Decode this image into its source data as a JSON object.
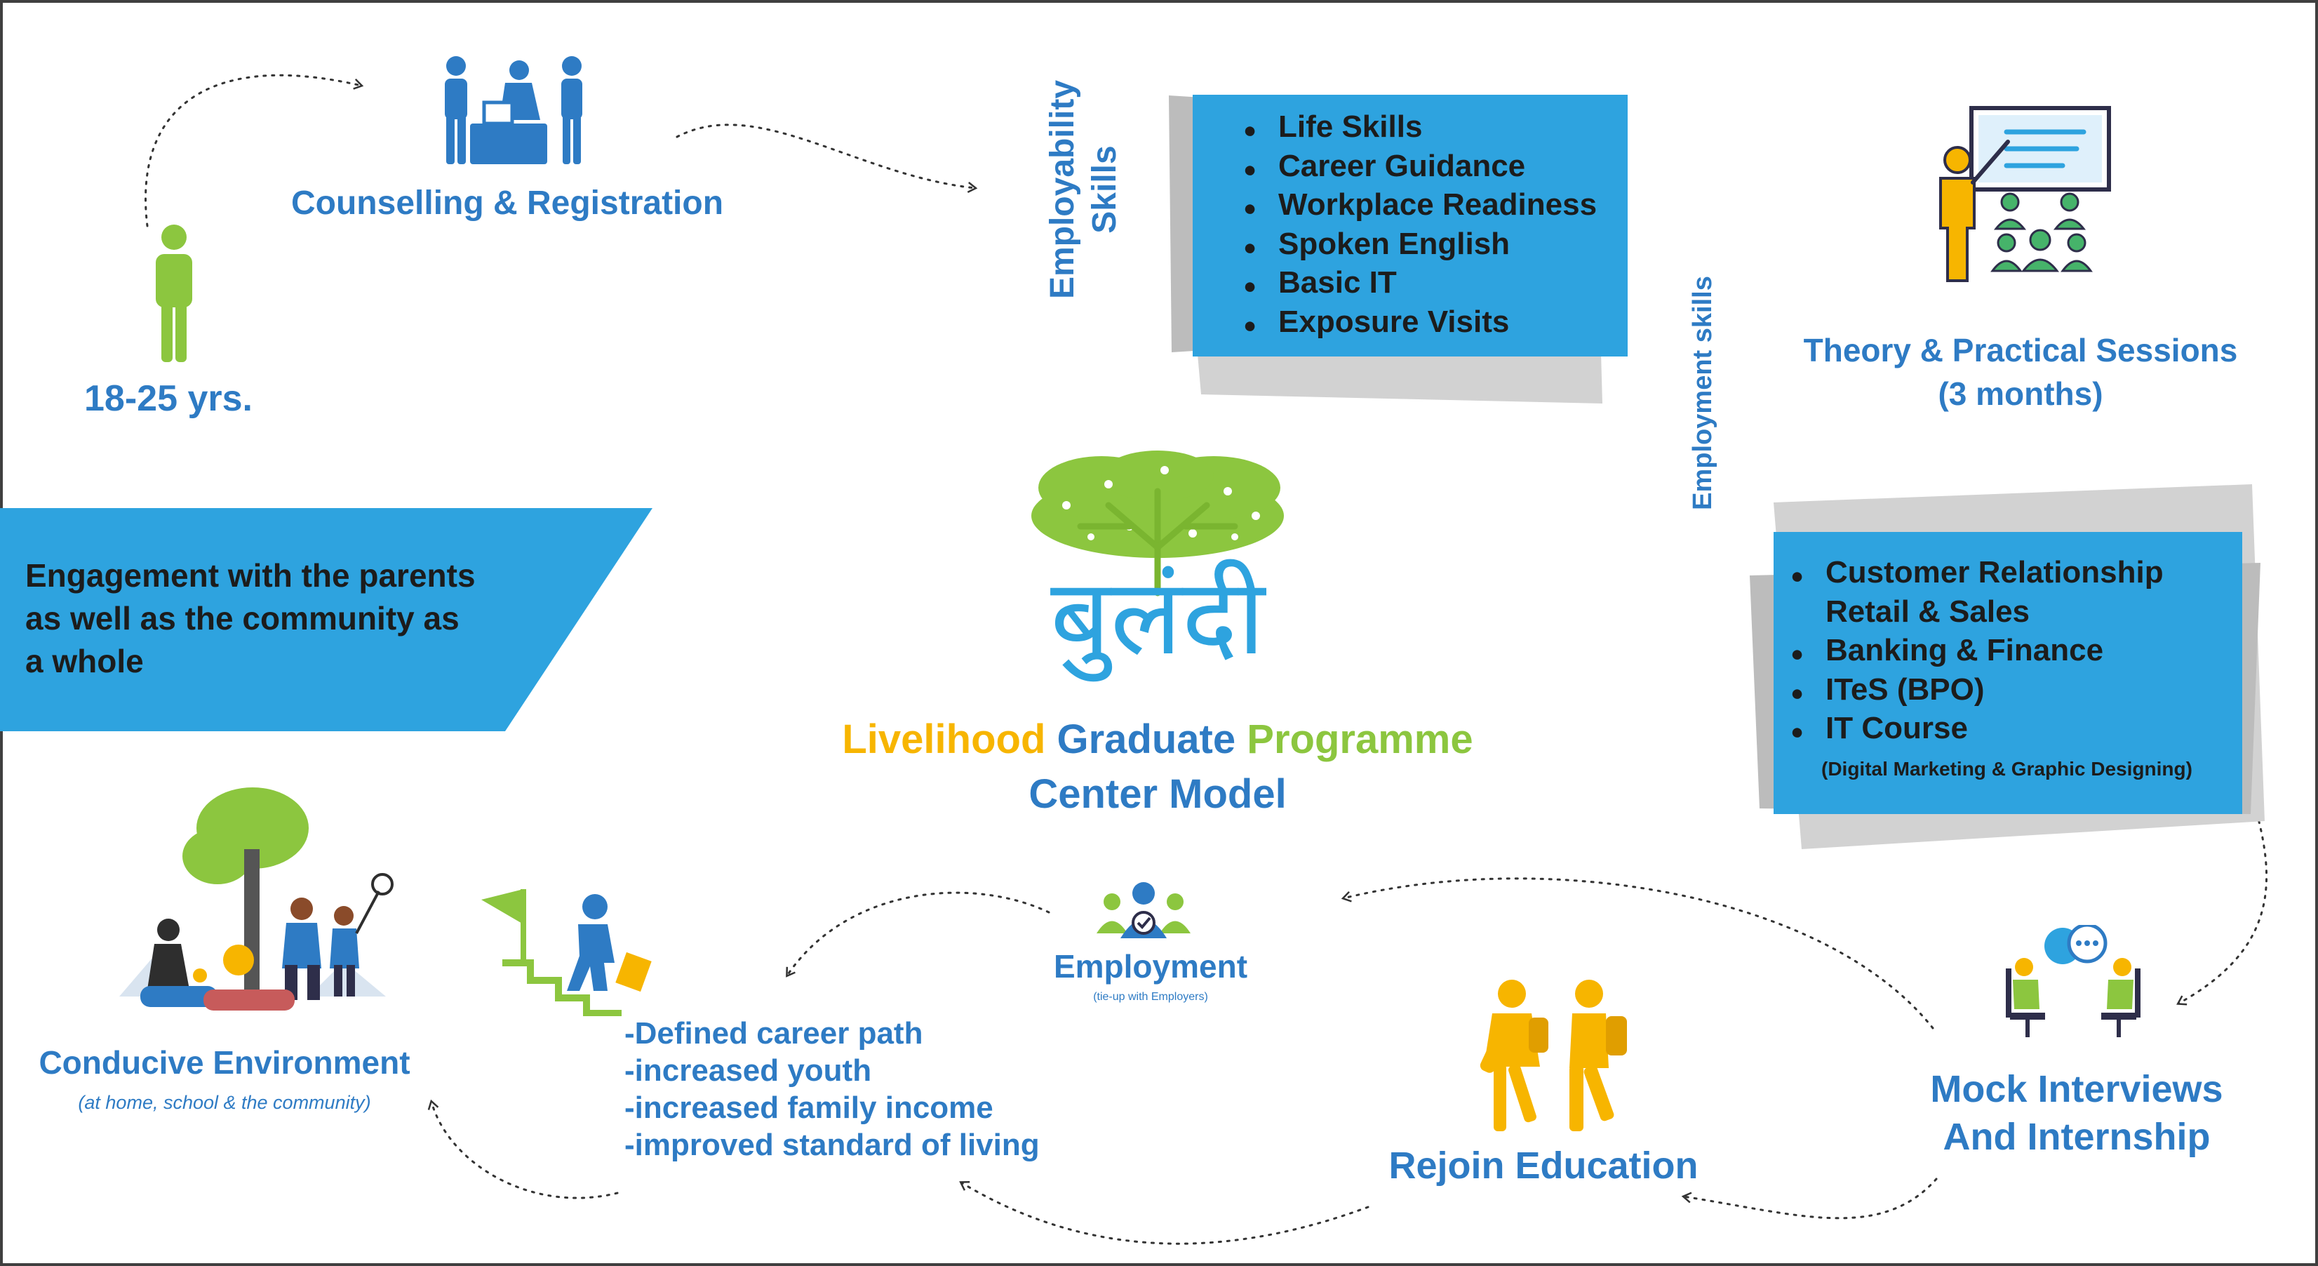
{
  "colors": {
    "blue_text": "#2e7bc4",
    "box_blue": "#2ea3df",
    "gray_card": "#c9c9c9",
    "green": "#8cc63f",
    "yellow": "#f7b500",
    "frame": "#3f3f3f"
  },
  "age": {
    "label": "18-25 yrs.",
    "icon": "person-icon"
  },
  "counselling": {
    "label": "Counselling & Registration",
    "icon": "registration-icon"
  },
  "employability": {
    "side_label": "Employability Skills",
    "items": [
      "Life Skills",
      "Career Guidance",
      "Workplace Readiness",
      "Spoken English",
      "Basic IT",
      "Exposure Visits"
    ]
  },
  "theory": {
    "line1": "Theory & Practical Sessions",
    "line2": "(3 months)",
    "icon": "classroom-icon"
  },
  "employment_skills": {
    "side_label": "Employment skills",
    "items": [
      "Customer Relationship",
      "Retail & Sales",
      "Banking & Finance",
      "ITeS (BPO)",
      "IT Course"
    ],
    "note": "(Digital Marketing & Graphic Designing)"
  },
  "engagement": {
    "lines": [
      "Engagement with the parents",
      "as well as the community as",
      "a whole"
    ]
  },
  "center": {
    "logo_word": "बुलंदी",
    "title_words": [
      "Livelihood",
      "Graduate",
      "Programme"
    ],
    "subtitle": "Center Model",
    "icon": "tree-icon"
  },
  "employment": {
    "label": "Employment",
    "note": "(tie-up with Employers)",
    "icon": "employment-icon"
  },
  "outcomes": {
    "lines": [
      "-Defined career path",
      "-increased youth",
      "-increased family income",
      "-improved standard of living"
    ],
    "icon": "career-steps-icon"
  },
  "conducive": {
    "label": "Conducive Environment",
    "note": "(at home, school & the community)",
    "icon": "family-park-icon"
  },
  "rejoin": {
    "label": "Rejoin Education",
    "icon": "students-icon"
  },
  "mock": {
    "line1": "Mock Interviews",
    "line2": "And Internship",
    "icon": "interview-icon"
  }
}
